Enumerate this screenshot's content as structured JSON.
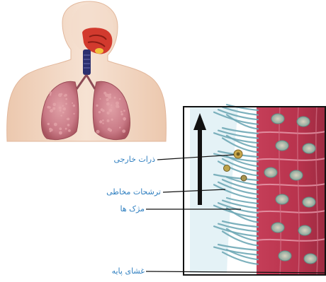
{
  "labels": {
    "foreign_particles": "ذرات خارجی",
    "mucus_secretions": "ترشحات مخاطی",
    "cilia": "مژک ها",
    "basement_membrane": "غشای پایه"
  },
  "colors": {
    "label_text": "#2f7fc0",
    "skin": "#f3dccb",
    "skin_shade": "#e8c2a8",
    "lung": "#c97a86",
    "lung_dark": "#a8545f",
    "trachea": "#2b2f6e",
    "nasal_red": "#d23a2e",
    "epithelium": "#b8334d",
    "epithelium_light": "#d85a70",
    "cilia": "#6fa8b6",
    "mucus": "#dff0f4",
    "particle": "#c8a648",
    "frame": "#111111",
    "arrow": "#111111"
  },
  "icons": {
    "upward_flow": "up-arrow-icon"
  }
}
